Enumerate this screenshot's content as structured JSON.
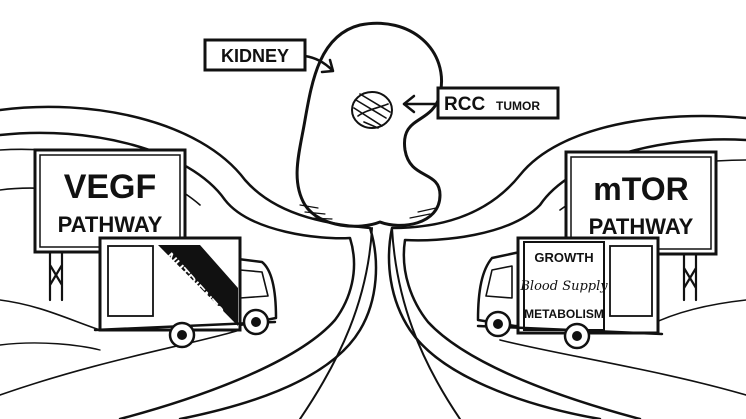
{
  "labels": {
    "kidney": "KIDNEY",
    "rcc_main": "RCC",
    "rcc_sub": "TUMOR",
    "vegf_line1": "VEGF",
    "vegf_line2": "PATHWAY",
    "mtor_line1": "mTOR",
    "mtor_line2": "PATHWAY",
    "left_truck_cargo": "NUTRIENTS",
    "right_truck_line1": "GROWTH",
    "right_truck_line2": "Blood Supply",
    "right_truck_line3": "METABOLISM"
  },
  "colors": {
    "ink": "#111111",
    "paper": "#ffffff"
  }
}
